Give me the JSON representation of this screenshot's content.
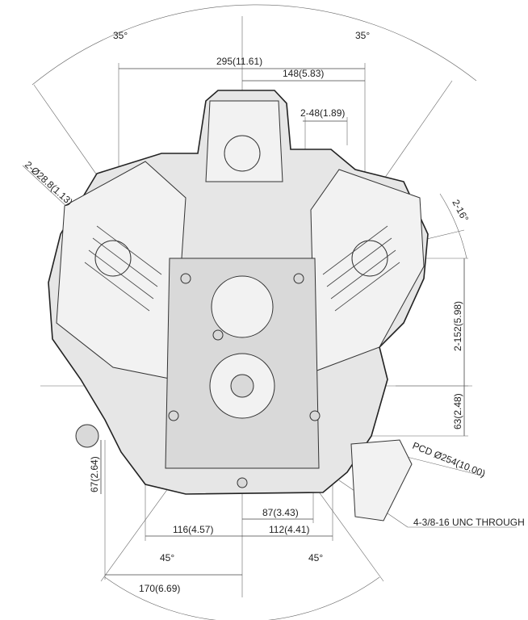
{
  "dimensions": {
    "angle_top_left": "35°",
    "angle_top_right": "35°",
    "width_overall": "295(11.61)",
    "width_right": "148(5.83)",
    "mount_holes_top": "2-48(1.89)",
    "diameter_ports": "2-Ø28.8(1.13)",
    "angle_cylinder": "2-16°",
    "height_cyl": "2-152(5.98)",
    "height_base": "63(2.48)",
    "pcd": "PCD Ø254(10.00)",
    "height_left": "67(2.64)",
    "bottom_87": "87(3.43)",
    "bottom_116": "116(4.57)",
    "bottom_112": "112(4.41)",
    "thread_note": "4-3/8-16 UNC THROUGH",
    "angle_bottom_left": "45°",
    "angle_bottom_right": "45°",
    "bottom_170": "170(6.69)"
  }
}
